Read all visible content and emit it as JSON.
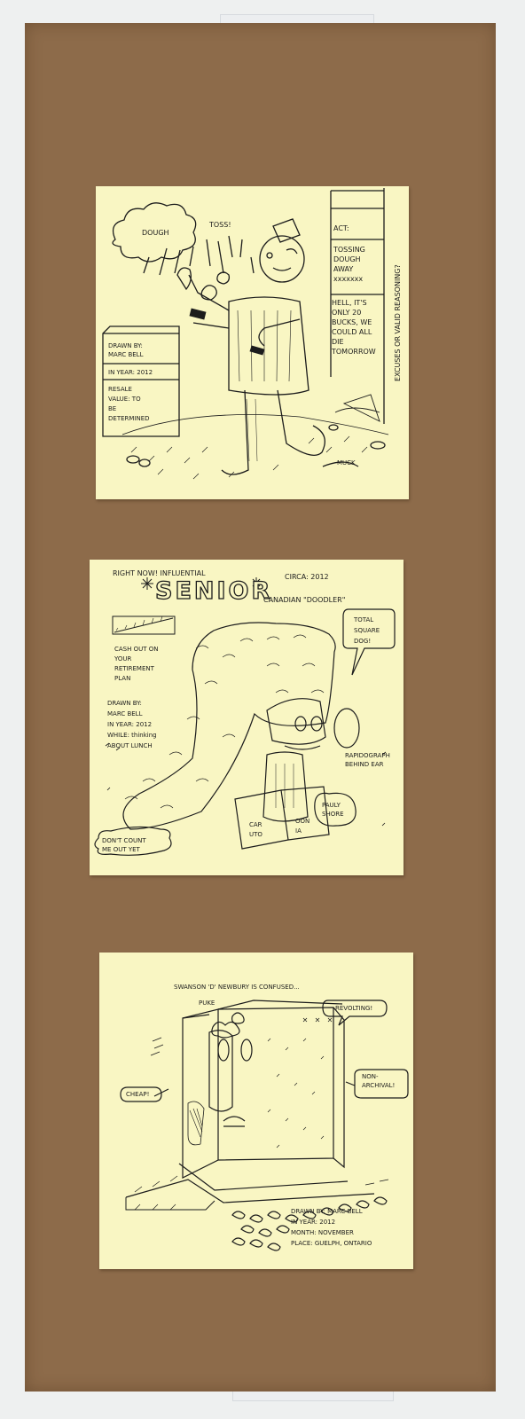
{
  "panel1": {
    "cloud_text": "DOUGH",
    "toss": "TOSS!",
    "act_label": "ACT:",
    "act_text": "TOSSING\nDOUGH\nAWAY\nxxxxxxx",
    "excuse_text": "HELL, IT'S\nONLY 20\nBUCKS, WE\nCOULD ALL\nDIE\nTOMORROW",
    "vertical_text": "EXCUSES OR VALID REASONING?",
    "drawn_by": "DRAWN BY:\nMARC BELL",
    "in_year": "IN YEAR: 2012",
    "resale": "RESALE\nVALUE: TO\nBE\nDETERMINED",
    "muck": "MUCK"
  },
  "panel2": {
    "header_left": "RIGHT NOW! INFLUENTIAL",
    "circa": "CIRCA: 2012",
    "title": "SENIOR",
    "subtitle": "CANADIAN \"DOODLER\"",
    "cashout": "CASH OUT ON\nYOUR\nRETIREMENT\nPLAN",
    "drawn_by": "DRAWN BY:\nMARC BELL\nIN YEAR: 2012\nWHILE: thinking\nABOUT LUNCH",
    "bubble": "TOTAL\nSQUARE\nDOG!",
    "rapidograph": "RAPIDOGRAPH\nBEHIND EAR",
    "pauly": "PAULY\nSHORE",
    "dont_count": "DON'T COUNT\nME OUT YET",
    "book_left": "CAR\nUTO",
    "book_right": "OON\nIA"
  },
  "panel3": {
    "header": "SWANSON 'D' NEWBURY IS CONFUSED...",
    "puke": "PUKE",
    "revolting": "REVOLTING!",
    "cheap": "CHEAP!",
    "non_archival": "NON-\nARCHIVAL!",
    "credits": "DRAWN BY: MARC BELL\nIN YEAR: 2012\nMONTH: NOVEMBER\nPLACE: GUELPH, ONTARIO"
  },
  "colors": {
    "cardboard": "#8d6b4a",
    "note": "#f9f6c3",
    "ink": "#1c1c1c"
  }
}
